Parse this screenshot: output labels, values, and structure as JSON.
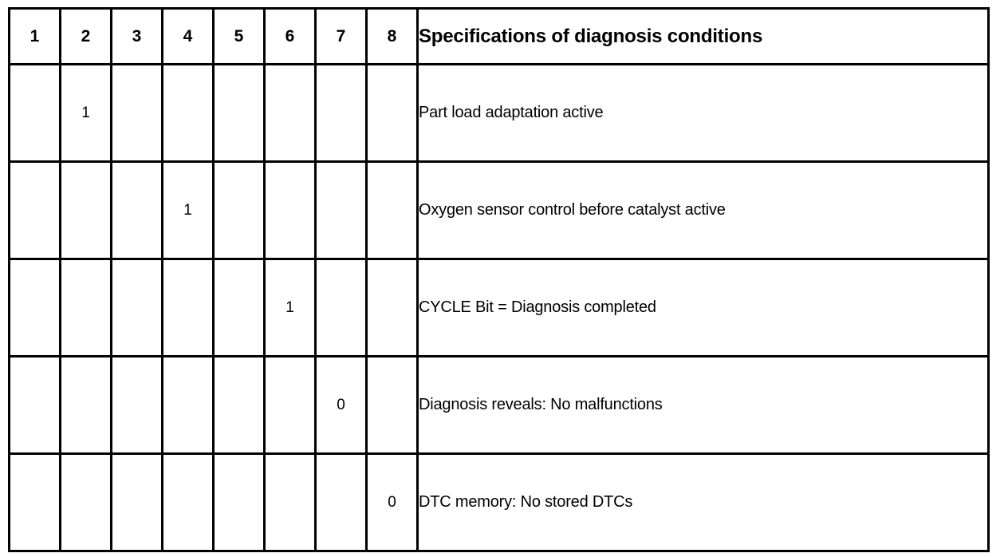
{
  "table": {
    "bit_headers": [
      "1",
      "2",
      "3",
      "4",
      "5",
      "6",
      "7",
      "8"
    ],
    "text_header": "Specifications of diagnosis conditions",
    "rows": [
      {
        "bits": [
          "",
          "1",
          "",
          "",
          "",
          "",
          "",
          ""
        ],
        "description": "Part load adaptation active"
      },
      {
        "bits": [
          "",
          "",
          "",
          "1",
          "",
          "",
          "",
          ""
        ],
        "description": "Oxygen sensor control before catalyst active"
      },
      {
        "bits": [
          "",
          "",
          "",
          "",
          "",
          "1",
          "",
          ""
        ],
        "description": "CYCLE Bit = Diagnosis completed"
      },
      {
        "bits": [
          "",
          "",
          "",
          "",
          "",
          "",
          "0",
          ""
        ],
        "description": "Diagnosis reveals: No malfunctions"
      },
      {
        "bits": [
          "",
          "",
          "",
          "",
          "",
          "",
          "",
          "0"
        ],
        "description": "DTC memory: No stored DTCs"
      }
    ]
  },
  "colors": {
    "border": "#000000",
    "background": "#ffffff",
    "text": "#000000"
  }
}
